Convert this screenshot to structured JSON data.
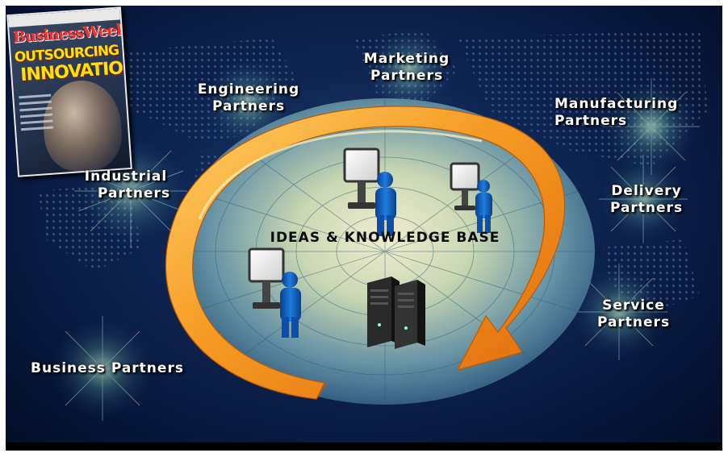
{
  "magazine": {
    "brand": "BusinessWeek",
    "headline_line1": "OUTSOURCING",
    "headline_line2": "INNOVATION"
  },
  "center_title": "IDEAS & KNOWLEDGE BASE",
  "partners": {
    "marketing": [
      "Marketing",
      "Partners"
    ],
    "engineering": [
      "Engineering",
      "Partners"
    ],
    "manufacturing": [
      "Manufacturing",
      "Partners"
    ],
    "industrial": [
      "Industrial",
      "Partners"
    ],
    "delivery": [
      "Delivery",
      "Partners"
    ],
    "service": [
      "Service",
      "Partners"
    ],
    "business": "Business Partners"
  },
  "colors": {
    "background": "#0d2350",
    "arrow": "#f28a1a",
    "figure": "#1565c0",
    "label_text": "#ffffff"
  },
  "icons": [
    "computer-monitor-icon",
    "person-icon",
    "server-tower-icon",
    "curved-arrow-icon",
    "world-map-icon"
  ]
}
